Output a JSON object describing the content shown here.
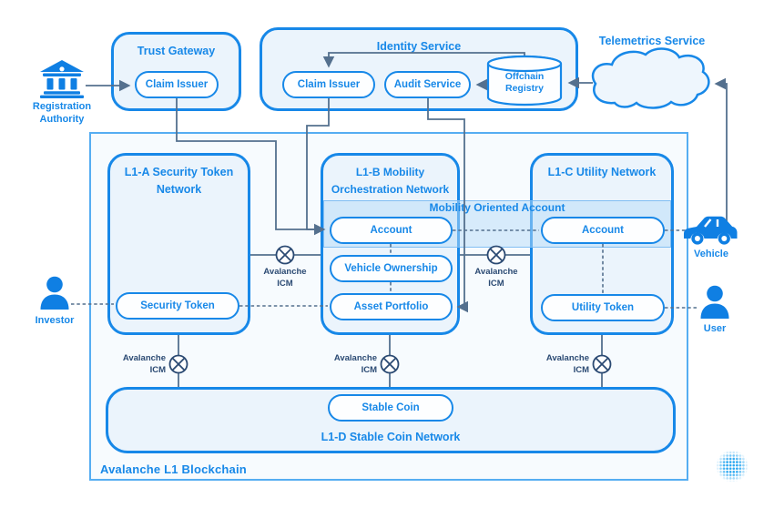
{
  "colors": {
    "primary": "#1788e8",
    "connector": "#54708e",
    "icm": "#2b4a73",
    "icon": "#0f7fe3"
  },
  "container": {
    "title": "Avalanche L1 Blockchain"
  },
  "nodes": {
    "trust_gateway": {
      "title": "Trust Gateway",
      "claim_issuer": "Claim Issuer"
    },
    "identity_service": {
      "title": "Identity Service",
      "claim_issuer": "Claim Issuer",
      "audit_service": "Audit Service",
      "offchain_registry": "Offchain Registry"
    },
    "telemetrics": {
      "title": "Telemetrics Service"
    },
    "l1a": {
      "title": "L1-A Security Token Network",
      "security_token": "Security Token"
    },
    "l1b": {
      "title": "L1-B Mobility Orchestration Network",
      "account": "Account",
      "vehicle_ownership": "Vehicle Ownership",
      "asset_portfolio": "Asset Portfolio"
    },
    "l1c": {
      "title": "L1-C Utility Network",
      "account": "Account",
      "utility_token": "Utility Token"
    },
    "l1d": {
      "title": "L1-D Stable Coin Network",
      "stable_coin": "Stable Coin"
    },
    "band": {
      "title": "Mobility Oriented Account"
    }
  },
  "actors": {
    "registration_authority": "Registration Authority",
    "investor": "Investor",
    "vehicle": "Vehicle",
    "user": "User"
  },
  "icm_label": "Avalanche ICM"
}
